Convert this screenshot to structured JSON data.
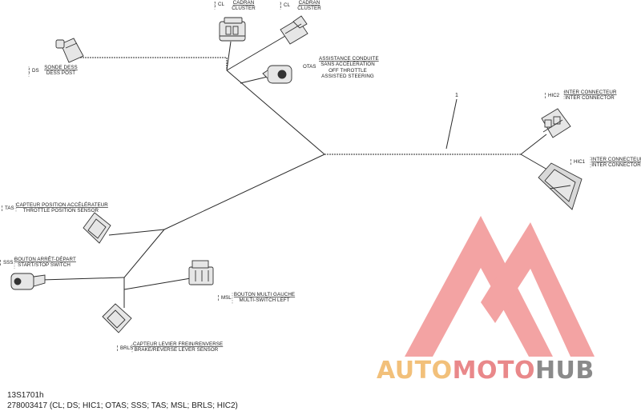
{
  "part_number": "1",
  "connectors": [
    {
      "code": "CL",
      "label_fr": "CADRAN",
      "label_en": "CLUSTER"
    },
    {
      "code": "CL",
      "label_fr": "CADRAN",
      "label_en": "CLUSTER"
    },
    {
      "code": "DS",
      "label_fr": "SONDE DESS",
      "label_en": "DESS POST"
    },
    {
      "code": "OTAS",
      "label_lines": [
        "ASSISTANCE CONDUITE",
        "SANS ACCÉLÉRATION",
        "OFF THROTTLE",
        "ASSISTED STEERING"
      ]
    },
    {
      "code": "HIC2",
      "label_fr": "INTER CONNECTEUR",
      "label_en": "INTER CONNECTOR"
    },
    {
      "code": "HIC1",
      "label_fr": "INTER CONNECTEUR",
      "label_en": "INTER CONNECTOR"
    },
    {
      "code": "TAS",
      "label_fr": "CAPTEUR POSITION ACCÉLÉRATEUR",
      "label_en": "THROTTLE POSITION SENSOR"
    },
    {
      "code": "SSS",
      "label_fr": "BOUTON ARRÊT-DÉPART",
      "label_en": "START/STOP SWITCH"
    },
    {
      "code": "MSL",
      "label_fr": "BOUTON MULTI GAUCHE",
      "label_en": "MULTI-SWITCH LEFT"
    },
    {
      "code": "BRLS",
      "label_fr": "CAPTEUR LEVIER FREIN/RENVERSE",
      "label_en": "BRAKE/REVERSE LEVER SENSOR"
    }
  ],
  "footer": {
    "drawing_id": "13S1701h",
    "part_ref": "278003417 (CL; DS; HIC1; OTAS; SSS; TAS; MSL; BRLS; HIC2)"
  },
  "watermark": {
    "word_1": "AUTO",
    "word_2": "MOTO",
    "word_3": "HUB",
    "color_1": "#f2c07a",
    "color_2": "#e9888a",
    "color_3": "#8a8a8a",
    "logo_color": "#f08a8a"
  },
  "colors": {
    "line": "#2a2a2a",
    "connector_fill": "#e6e6e6",
    "connector_stroke": "#333333"
  }
}
